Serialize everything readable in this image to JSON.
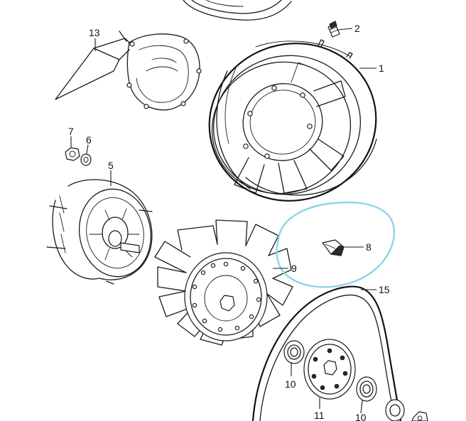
{
  "callouts": [
    {
      "id": "c1",
      "label": "1"
    },
    {
      "id": "c2",
      "label": "2"
    },
    {
      "id": "c5",
      "label": "5"
    },
    {
      "id": "c6",
      "label": "6"
    },
    {
      "id": "c7",
      "label": "7"
    },
    {
      "id": "c8",
      "label": "8"
    },
    {
      "id": "c9",
      "label": "9"
    },
    {
      "id": "c10a",
      "label": "10"
    },
    {
      "id": "c10b",
      "label": "10"
    },
    {
      "id": "c11",
      "label": "11"
    },
    {
      "id": "c13",
      "label": "13"
    },
    {
      "id": "c15",
      "label": "15"
    }
  ],
  "colors": {
    "line": "#1a1a1a",
    "highlight": "#8fd3ea",
    "background": "#ffffff"
  }
}
